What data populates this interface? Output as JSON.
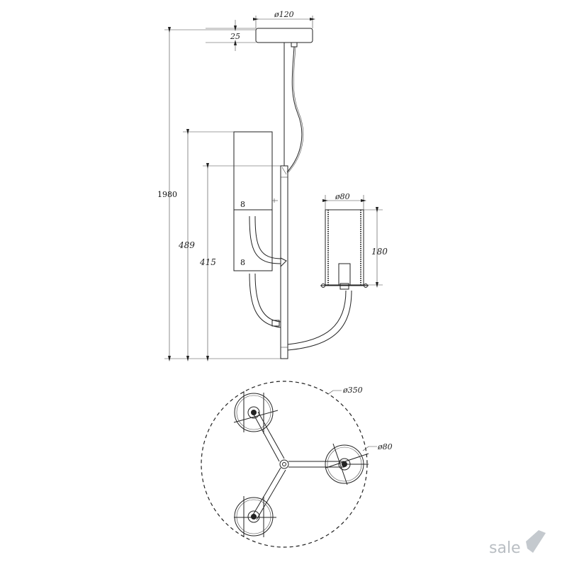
{
  "dimensions": {
    "canopy_diameter": "ø120",
    "canopy_height": "25",
    "total_height": "1980",
    "body_height": "489",
    "inner_height": "415",
    "shade_diameter_side": "ø80",
    "shade_height": "180",
    "spread_diameter": "ø350",
    "shade_diameter_top": "ø80",
    "mark_1": "8",
    "mark_2": "8"
  },
  "watermark": "sale",
  "colors": {
    "line": "#222222",
    "watermark": "#b9bec3"
  }
}
